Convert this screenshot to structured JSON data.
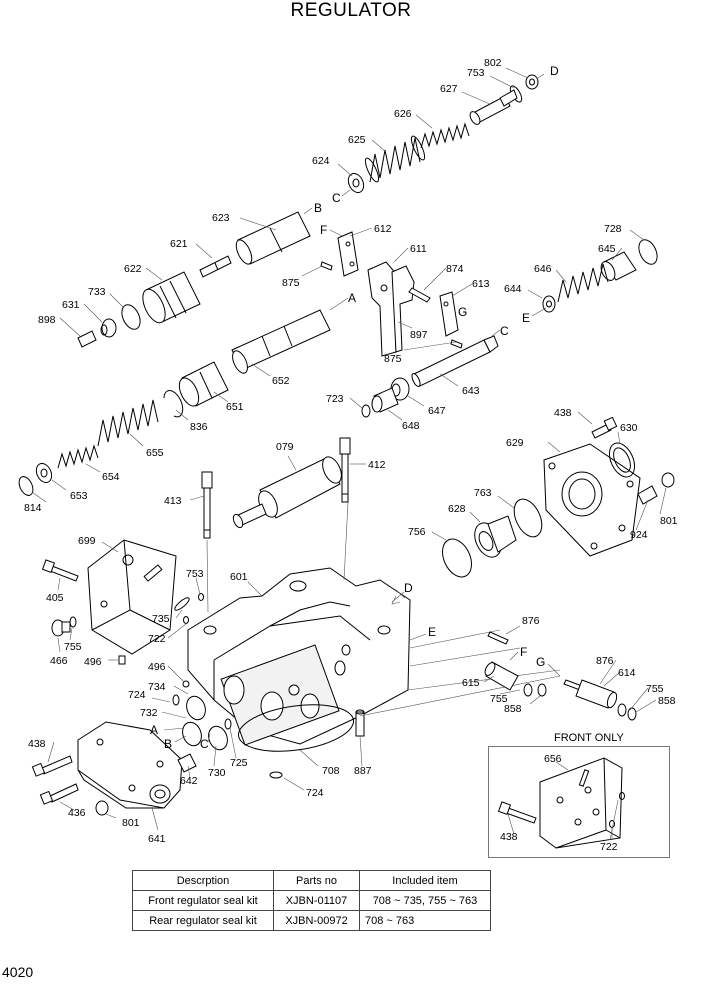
{
  "title": "REGULATOR",
  "page_number": "4020",
  "front_only_label": "FRONT ONLY",
  "callouts": {
    "c802": "802",
    "c753a": "753",
    "cD1": "D",
    "c627": "627",
    "c626": "626",
    "c625": "625",
    "c624": "624",
    "cC1": "C",
    "cB1": "B",
    "c623": "623",
    "cF1": "F",
    "c612": "612",
    "c621": "621",
    "c611": "611",
    "c728": "728",
    "c622": "622",
    "c875a": "875",
    "c874": "874",
    "c645": "645",
    "c733a": "733",
    "c613": "613",
    "c646": "646",
    "c631": "631",
    "cA1": "A",
    "cG1": "G",
    "c644": "644",
    "c898": "898",
    "c897": "897",
    "cC2": "C",
    "cE1": "E",
    "c875b": "875",
    "c652": "652",
    "c643": "643",
    "c723": "723",
    "c647": "647",
    "c651": "651",
    "c648": "648",
    "c836": "836",
    "c438a": "438",
    "c630": "630",
    "c079": "079",
    "c629": "629",
    "c655": "655",
    "c412": "412",
    "c654": "654",
    "c653": "653",
    "c763": "763",
    "c413": "413",
    "c814": "814",
    "c628": "628",
    "c801a": "801",
    "c699": "699",
    "c756": "756",
    "c924": "924",
    "c753b": "753",
    "c601": "601",
    "cD2": "D",
    "c405": "405",
    "c735": "735",
    "c876a": "876",
    "cE2": "E",
    "c722a": "722",
    "c755a": "755",
    "cF2": "F",
    "c466": "466",
    "c496a": "496",
    "cG2": "G",
    "c876b": "876",
    "c496b": "496",
    "c614": "614",
    "c734": "734",
    "c615": "615",
    "c755b": "755",
    "c724a": "724",
    "c755c": "755",
    "c858a": "858",
    "c858b": "858",
    "c732": "732",
    "cA2": "A",
    "c438b": "438",
    "cB2": "B",
    "cC3": "C",
    "c730": "730",
    "c725": "725",
    "c708": "708",
    "c887": "887",
    "c642": "642",
    "c656": "656",
    "c724b": "724",
    "c436": "436",
    "c801b": "801",
    "c641": "641",
    "c438c": "438",
    "c722b": "722"
  },
  "kit_table": {
    "headers": [
      "Descrption",
      "Parts no",
      "Included item"
    ],
    "rows": [
      {
        "description": "Front regulator seal kit",
        "part_no": "XJBN-01107",
        "items": "708 ~ 735, 755 ~ 763"
      },
      {
        "description": "Rear regulator seal kit",
        "part_no": "XJBN-00972",
        "items": "708 ~ 763"
      }
    ]
  }
}
